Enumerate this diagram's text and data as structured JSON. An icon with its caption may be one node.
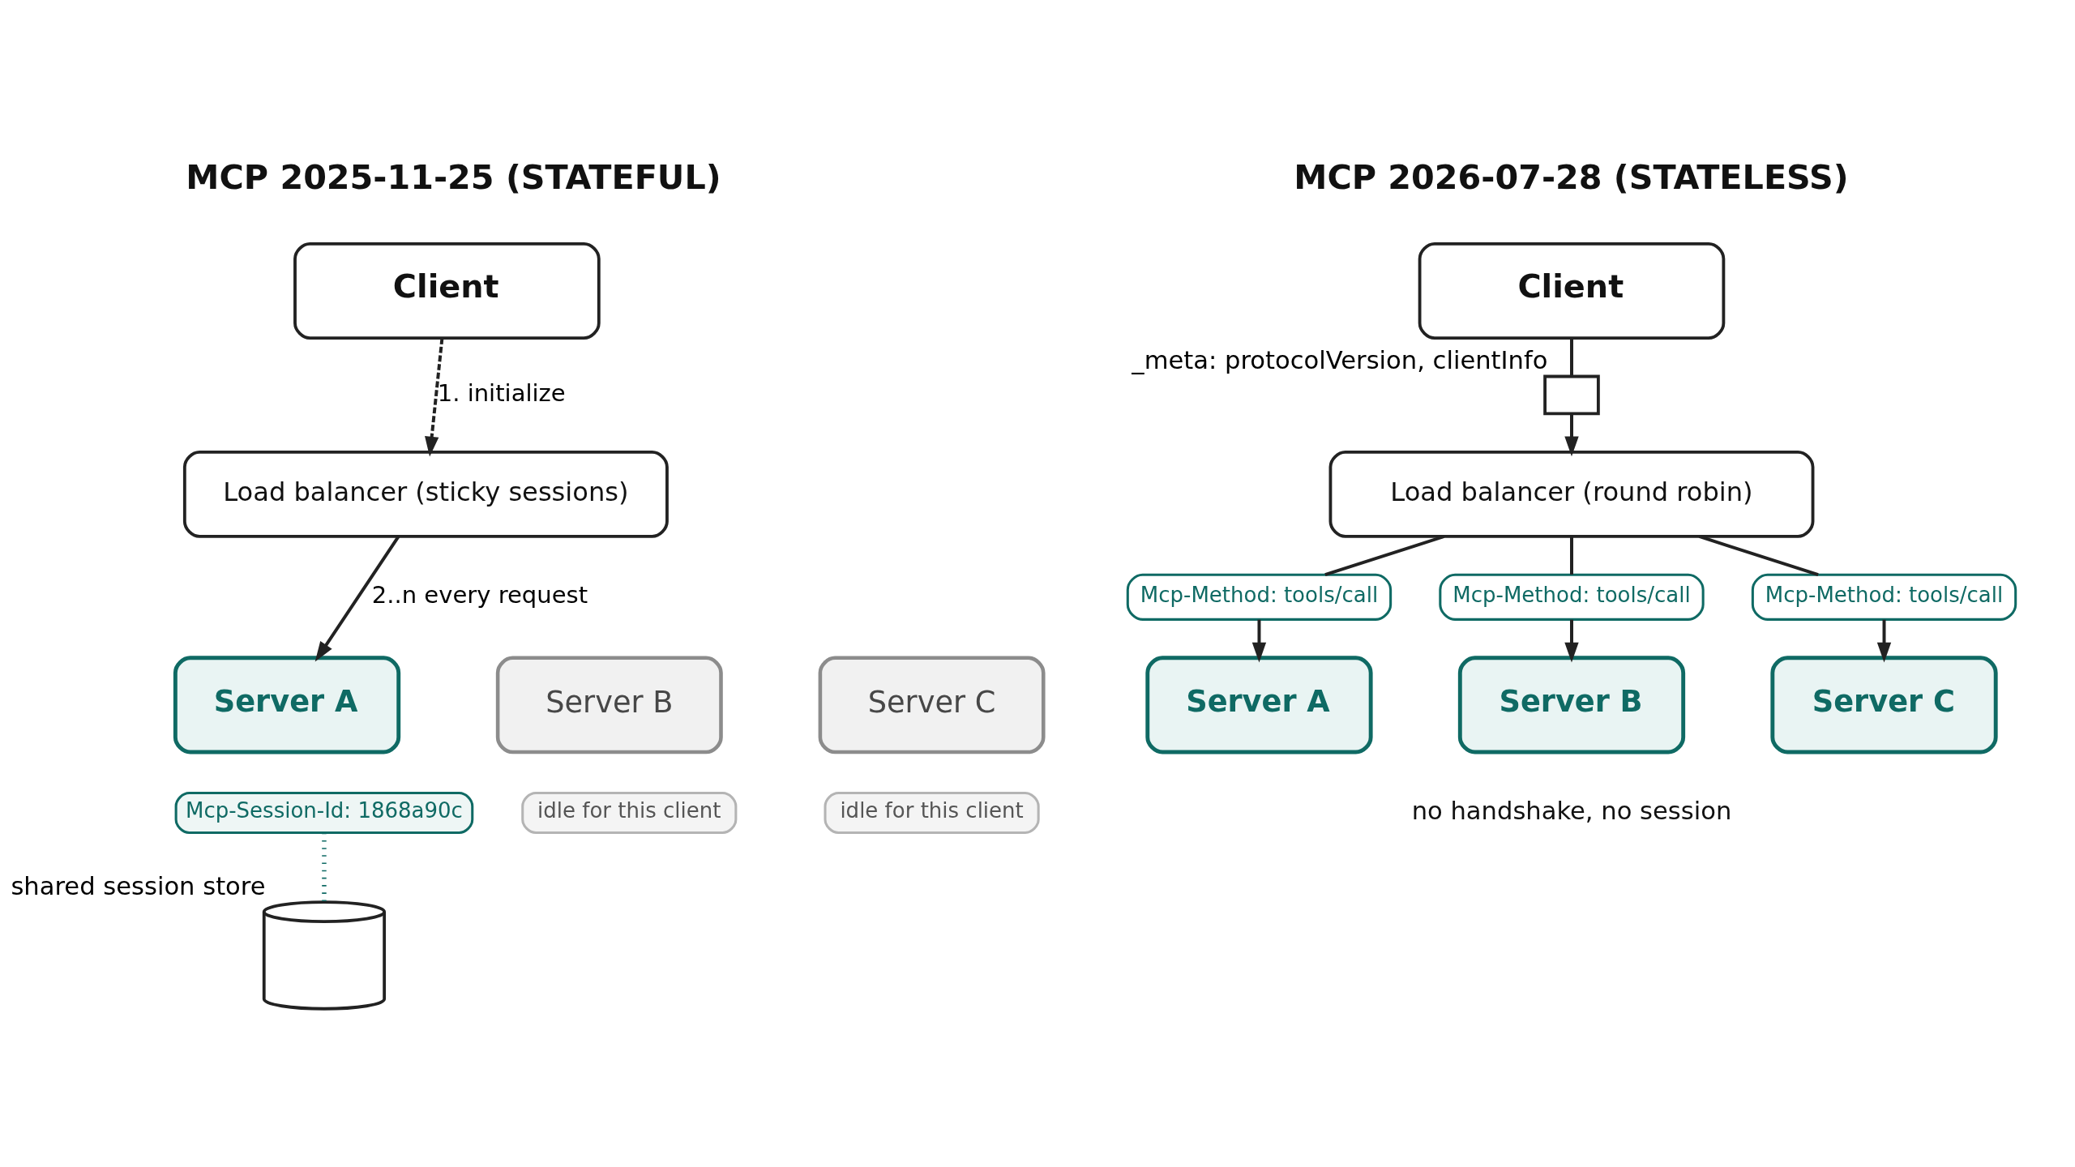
{
  "diagram": {
    "nodes": [
      {
        "text": [
          "Client"
        ]
      },
      {
        "text": [
          "Load balancer (sticky sessions)"
        ]
      },
      {
        "text": [
          "Server A"
        ]
      },
      {
        "text": [
          "Server B"
        ]
      },
      {
        "text": [
          "Server C"
        ]
      },
      {
        "text": [
          "Mcp-Session-Id: 1868a90c"
        ]
      },
      {
        "text": [
          "idle for this client"
        ]
      },
      {
        "text": [
          "idle for this client"
        ]
      },
      {
        "text": [],
        "shape": "cylinder",
        "beside": [
          "shared session store"
        ]
      },
      {
        "text": [
          "Client"
        ]
      },
      {
        "text": [],
        "shape": "envelope",
        "beside": [
          "_meta: protocolVersion, clientInfo"
        ]
      },
      {
        "text": [
          "Load balancer (round robin)"
        ]
      },
      {
        "text": [
          "Mcp-Method: tools/call"
        ]
      },
      {
        "text": [
          "Mcp-Method: tools/call"
        ]
      },
      {
        "text": [
          "Mcp-Method: tools/call"
        ]
      },
      {
        "text": [
          "Server A"
        ]
      },
      {
        "text": [
          "Server B"
        ]
      },
      {
        "text": [
          "Server C"
        ]
      }
    ],
    "edges": [
      {
        "from": 0,
        "to": 1,
        "arrow": "to",
        "label": "1. initialize",
        "style": "dashed"
      },
      {
        "from": 1,
        "to": 2,
        "arrow": "to",
        "label": "2..n every request"
      },
      {
        "from": 5,
        "to": 8,
        "arrow": "none",
        "style": "dashed",
        "color": "#0f6a64"
      },
      {
        "from": 9,
        "to": 10,
        "arrow": "none"
      },
      {
        "from": 10,
        "to": 11,
        "arrow": "to"
      },
      {
        "from": 11,
        "to": 12,
        "arrow": "none"
      },
      {
        "from": 11,
        "to": 13,
        "arrow": "none"
      },
      {
        "from": 11,
        "to": 14,
        "arrow": "none"
      },
      {
        "from": 12,
        "to": 15,
        "arrow": "to"
      },
      {
        "from": 13,
        "to": 16,
        "arrow": "to"
      },
      {
        "from": 14,
        "to": 17,
        "arrow": "to"
      }
    ],
    "labels": [
      "MCP 2025-11-25 (STATEFUL)",
      "MCP 2026-07-28 (STATELESS)",
      "no handshake, no session"
    ]
  }
}
